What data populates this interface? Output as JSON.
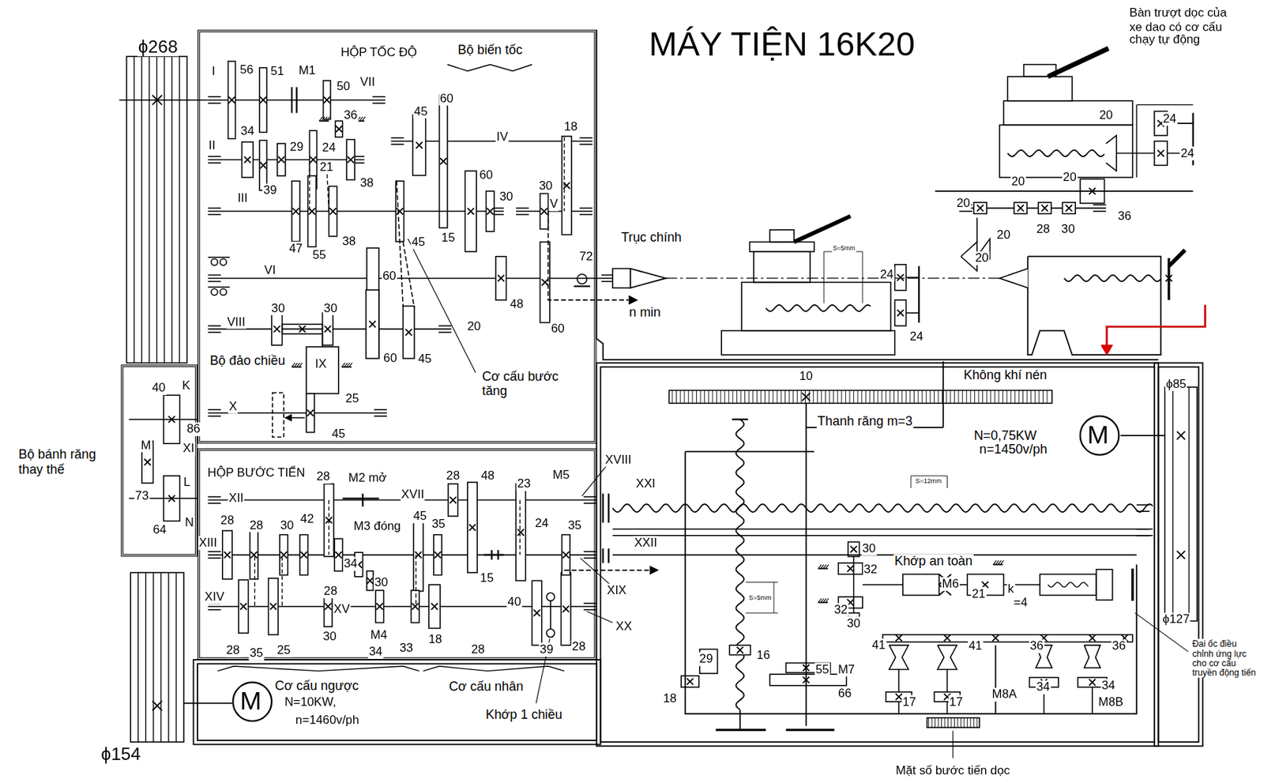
{
  "diagram": {
    "title": "MÁY TIỆN 16K20",
    "nodes": [
      {
        "text": [
          "HỘP TỐC ĐỘ"
        ]
      },
      {
        "text": [
          "HỘP BƯỚC TIẾN"
        ]
      },
      {
        "text": [
          "Bộ bánh răng thay thế"
        ]
      },
      {
        "text": [
          "M"
        ]
      },
      {
        "text": [
          "M"
        ]
      }
    ],
    "labels": [
      "ϕ268",
      "ϕ154",
      "Bộ biến tốc",
      "I",
      "56",
      "51",
      "M1",
      "50",
      "VII",
      "36",
      "II",
      "34",
      "29",
      "24",
      "21",
      "38",
      "39",
      "45",
      "60",
      "IV",
      "18",
      "III",
      "60",
      "30",
      "30",
      "V",
      "47",
      "55",
      "38",
      "45",
      "15",
      "60",
      "VI",
      "72",
      "48",
      "n min",
      "Trục chính",
      "20",
      "60",
      "VIII",
      "30",
      "30",
      "Bộ đảo chiều",
      "IX",
      "60",
      "45",
      "Cơ cấu bước tăng",
      "25",
      "X",
      "45",
      "40",
      "K",
      "M",
      "86",
      "XI",
      "L",
      "73",
      "64",
      "N",
      "28",
      "M2 mở",
      "XVII",
      "28",
      "48",
      "23",
      "M5",
      "XVIII",
      "XII",
      "XIII",
      "28",
      "28",
      "30",
      "42",
      "M3 đóng",
      "45",
      "35",
      "24",
      "35",
      "XIX",
      "34",
      "30",
      "28",
      "15",
      "40",
      "XIV",
      "XV",
      "M4",
      "33",
      "18",
      "28",
      "39",
      "28",
      "XX",
      "28",
      "35",
      "25",
      "30",
      "34",
      "Cơ cấu ngược",
      "N=10KW,",
      "n=1460v/ph",
      "Cơ cấu nhân",
      "Khớp 1 chiều",
      "Bàn trượt dọc của xe dao có cơ cấu chạy tự động",
      "20",
      "24",
      "24",
      "20",
      "20",
      "20",
      "28",
      "30",
      "36",
      "20",
      "20",
      "S=5mm",
      "24",
      "24",
      "10",
      "Không khí nén",
      "Thanh răng m=3",
      "N=0,75KW",
      "n=1450v/ph",
      "ϕ85",
      "ϕ127",
      "XXI",
      "XXII",
      "S=12mm",
      "S=5mm",
      "30",
      "Khớp an toàn",
      "32",
      "32",
      "30",
      "M6",
      "21",
      "k",
      "=4",
      "41",
      "41",
      "36",
      "36",
      "29",
      "16",
      "55",
      "M7",
      "66",
      "18",
      "17",
      "17",
      "M8A",
      "34",
      "34",
      "M8B",
      "Mặt số bước tiến dọc",
      "Đai ốc điều chỉnh ứng lực cho cơ cấu truyền động tiến"
    ]
  }
}
